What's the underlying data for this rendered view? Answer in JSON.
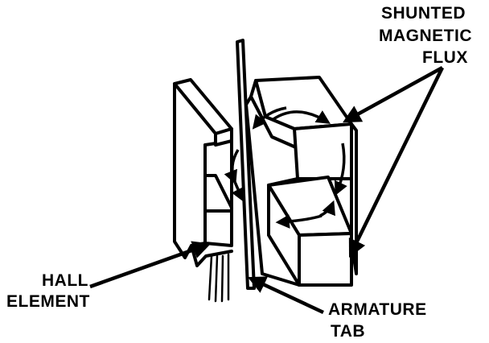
{
  "labels": {
    "shunted_flux": [
      "SHUNTED",
      "MAGNETIC",
      "FLUX"
    ],
    "hall_element": [
      "HALL",
      "ELEMENT"
    ],
    "armature_tab": [
      "ARMATURE",
      "TAB"
    ]
  },
  "colors": {
    "ink": "#000000",
    "paper": "#ffffff"
  }
}
